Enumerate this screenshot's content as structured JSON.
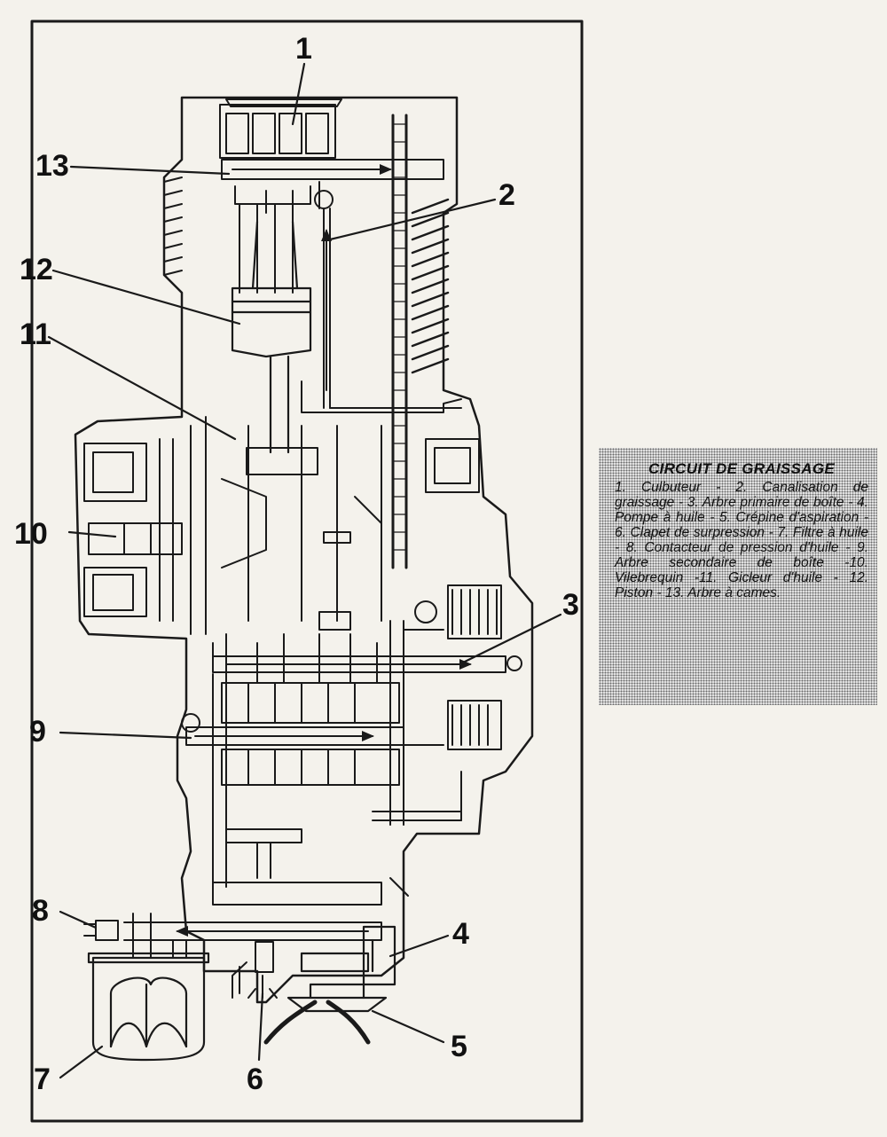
{
  "callouts": {
    "c1": "1",
    "c2": "2",
    "c3": "3",
    "c4": "4",
    "c5": "5",
    "c6": "6",
    "c7": "7",
    "c8": "8",
    "c9": "9",
    "c10": "10",
    "c11": "11",
    "c12": "12",
    "c13": "13"
  },
  "caption": {
    "title": "CIRCUIT DE GRAISSAGE",
    "body": "1. Culbuteur - 2. Canalisation de graissage - 3. Arbre primaire de boîte - 4. Pompe à huile - 5. Crépine d'aspiration - 6. Clapet de surpression - 7. Filtre à huile - 8. Contacteur de pression d'huile - 9. Arbre secondaire de boîte -10. Vilebrequin -11. Gicleur d'huile - 12. Piston - 13. Arbre à cames."
  },
  "colors": {
    "ink": "#1a1a1a",
    "paper": "#f4f2ec",
    "caption_bg": "#e6e6e6"
  }
}
